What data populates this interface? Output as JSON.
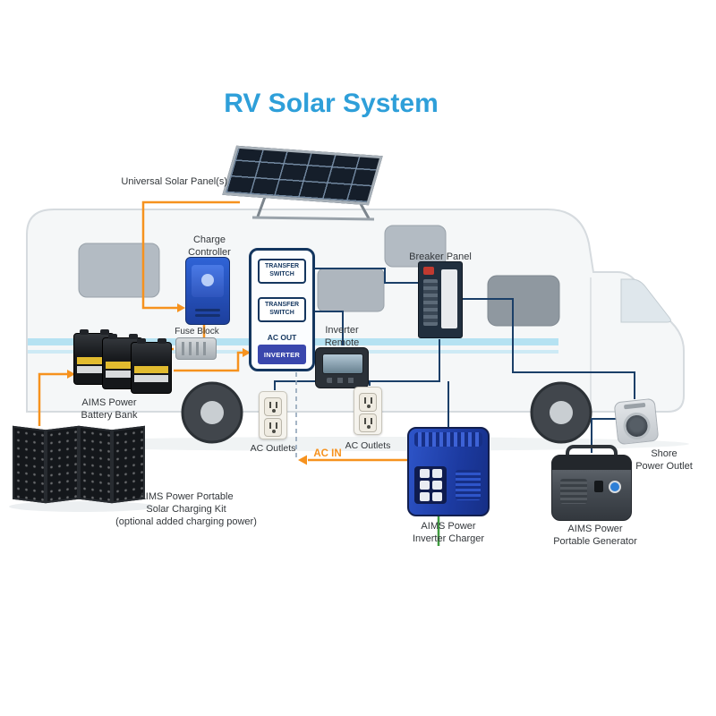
{
  "title": "RV Solar System",
  "colors": {
    "title_blue": "#2e9fd9",
    "dc_wire_orange": "#f6921e",
    "ac_wire_navy": "#1b3f68",
    "device_blue": "#2646b4"
  },
  "labels": {
    "universal_solar_panels": "Universal Solar Panel(s)",
    "charge_controller_lines": [
      "Charge",
      "Controller"
    ],
    "transfer_switch": "TRANSFER SWITCH",
    "ac_out": "AC OUT",
    "inverter": "INVERTER",
    "breaker_panel": "Breaker Panel",
    "inverter_remote_lines": [
      "Inverter",
      "Remote"
    ],
    "fuse_block": "Fuse Block",
    "battery_bank_lines": [
      "AIMS Power",
      "Battery Bank"
    ],
    "portable_solar_kit_lines": [
      "AIMS Power Portable",
      "Solar Charging Kit",
      "(optional added charging power)"
    ],
    "ac_outlets": "AC Outlets",
    "ac_in": "AC IN",
    "inverter_charger_lines": [
      "AIMS Power",
      "Inverter Charger"
    ],
    "portable_generator_lines": [
      "AIMS Power",
      "Portable Generator"
    ],
    "shore_power_outlet_lines": [
      "Shore",
      "Power Outlet"
    ]
  }
}
